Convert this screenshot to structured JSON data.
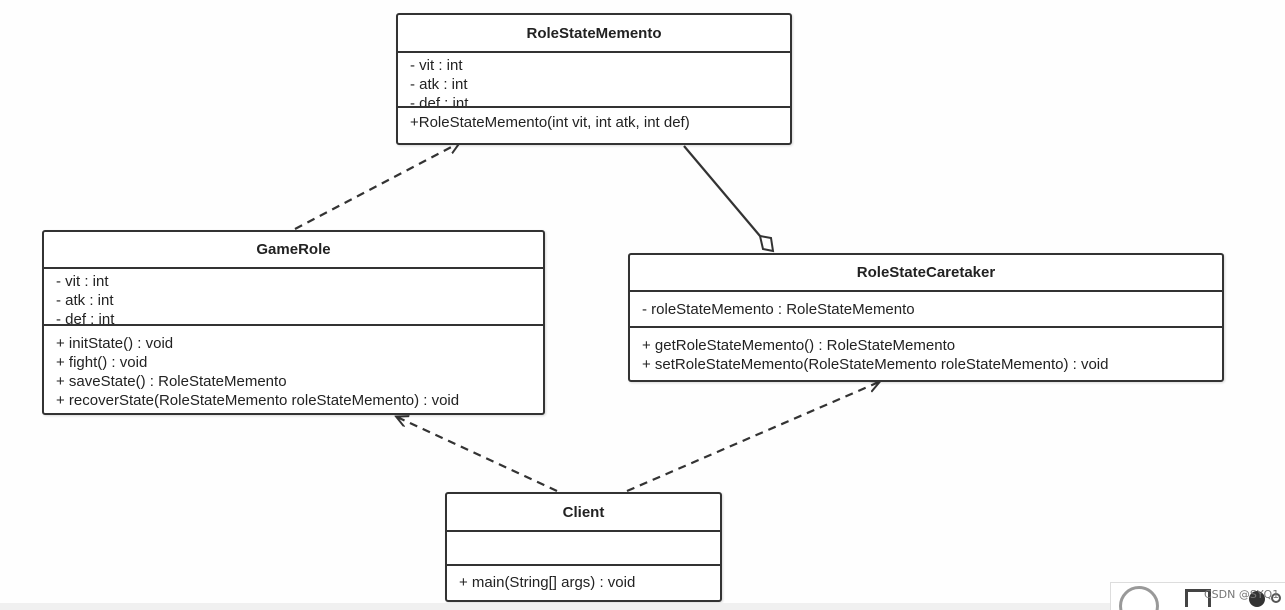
{
  "classes": {
    "memento": {
      "name": "RoleStateMemento",
      "attributes": [
        "- vit : int",
        "- atk : int",
        "- def : int"
      ],
      "methods": [
        "+RoleStateMemento(int vit, int atk, int def)"
      ]
    },
    "gamerole": {
      "name": "GameRole",
      "attributes": [
        "- vit : int",
        "- atk : int",
        "- def : int"
      ],
      "methods": [
        "+ initState() : void",
        "+ fight() : void",
        "+ saveState() : RoleStateMemento",
        "+ recoverState(RoleStateMemento roleStateMemento) : void"
      ]
    },
    "caretaker": {
      "name": "RoleStateCaretaker",
      "attributes": [
        "- roleStateMemento : RoleStateMemento"
      ],
      "methods": [
        "+ getRoleStateMemento() : RoleStateMemento",
        "+ setRoleStateMemento(RoleStateMemento roleStateMemento) : void"
      ]
    },
    "client": {
      "name": "Client",
      "attributes": [],
      "methods": [
        "+ main(String[] args) : void"
      ]
    }
  },
  "relations": [
    {
      "from": "GameRole",
      "to": "RoleStateMemento",
      "kind": "dependency"
    },
    {
      "from": "RoleStateCaretaker",
      "to": "RoleStateMemento",
      "kind": "aggregation"
    },
    {
      "from": "Client",
      "to": "GameRole",
      "kind": "dependency"
    },
    {
      "from": "Client",
      "to": "RoleStateCaretaker",
      "kind": "dependency"
    }
  ],
  "watermark": "CSDN @SYQ1",
  "colors": {
    "border": "#333333",
    "background": "#ffffff",
    "connector": "#333333"
  },
  "icons": [
    "gauge-icon",
    "grid-icon",
    "moon-icon",
    "dot-icon"
  ]
}
